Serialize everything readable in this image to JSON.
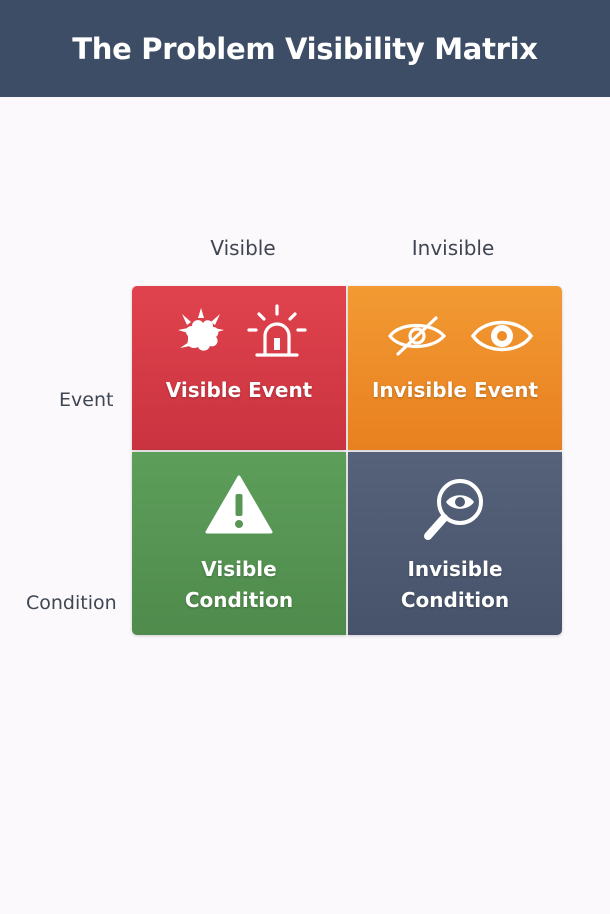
{
  "title": "The Problem Visibility Matrix",
  "columns": [
    "Visible",
    "Invisible"
  ],
  "rows": [
    "Event",
    "Condition"
  ],
  "cells": {
    "visible_event": {
      "label": "Visible Event",
      "icons": [
        "explosion-icon",
        "alarm-siren-icon"
      ],
      "color": "#d63b46"
    },
    "invisible_event": {
      "label": "Invisible Event",
      "icons": [
        "eye-slash-icon",
        "eye-icon"
      ],
      "color": "#ee8c28"
    },
    "visible_condition": {
      "label_line1": "Visible",
      "label_line2": "Condition",
      "icons": [
        "warning-triangle-icon"
      ],
      "color": "#5a9757"
    },
    "invisible_condition": {
      "label_line1": "Invisible",
      "label_line2": "Condition",
      "icons": [
        "magnifier-eye-icon"
      ],
      "color": "#4f5b72"
    }
  }
}
